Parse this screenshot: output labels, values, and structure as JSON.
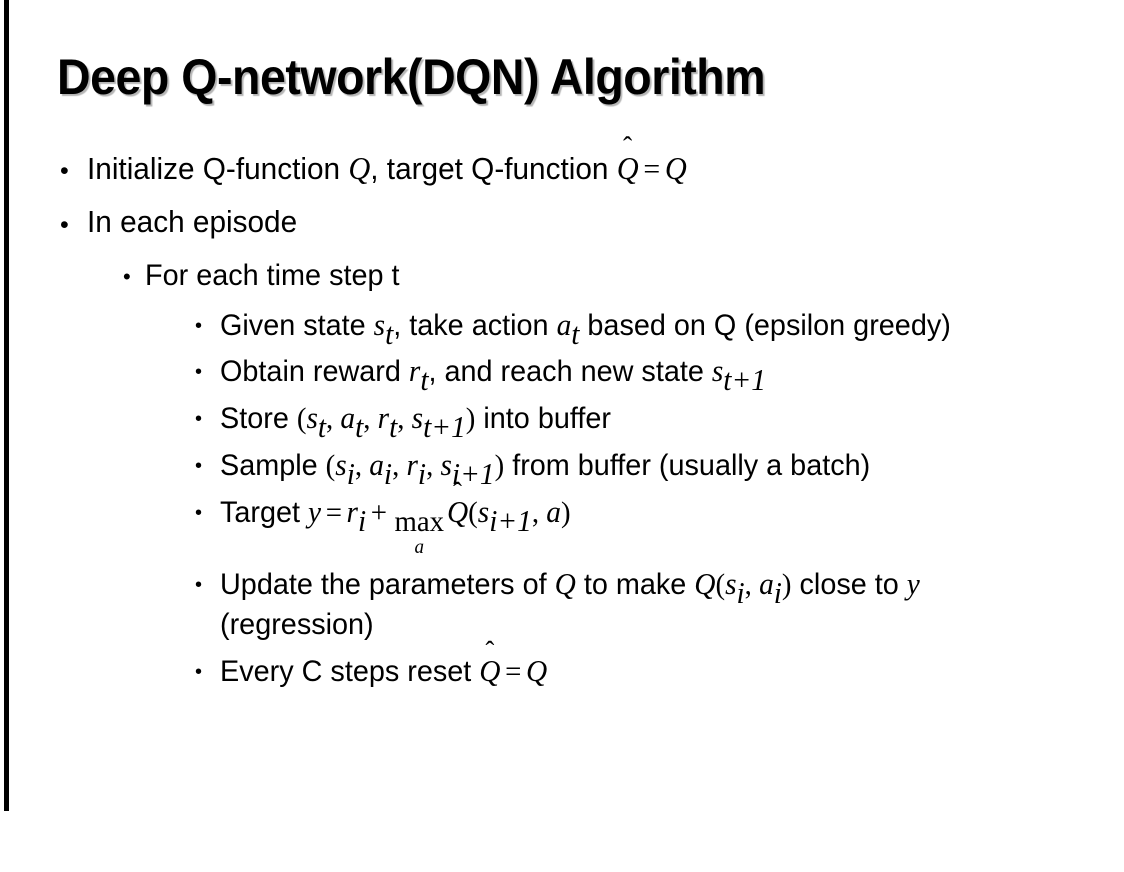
{
  "slide": {
    "title": "Deep Q-network(DQN) Algorithm",
    "bullet_glyph": "•",
    "text_color": "#000000",
    "background_color": "#ffffff",
    "edge_strip_color": "#000000"
  },
  "bullets": {
    "initialize": {
      "level": 1,
      "segments": "Initialize Q-function Q, target Q-function Q̂ = Q",
      "pre": "Initialize Q-function ",
      "var_q1": "Q",
      "mid": ", target Q-function ",
      "hat": "̂",
      "var_qhat": "Q",
      "equals": "=",
      "var_q2": "Q"
    },
    "in_each_episode": {
      "level": 1,
      "text": "In each episode"
    },
    "for_each_time_step": {
      "level": 2,
      "text": "For each time step t"
    },
    "given_state": {
      "level": 3,
      "plain": "Given state s_t, take action a_t based on Q (epsilon greedy)",
      "pre": "Given state ",
      "var_s": "s",
      "sub_s": "t",
      "mid1": ", take action ",
      "var_a": "a",
      "sub_a": "t",
      "post": " based on Q (epsilon greedy)"
    },
    "obtain_reward": {
      "level": 3,
      "plain": "Obtain reward r_t, and reach new state s_{t+1}",
      "pre": "Obtain reward ",
      "var_r": "r",
      "sub_r": "t",
      "mid": ", and reach new state ",
      "var_s": "s",
      "sub_s": "t+1"
    },
    "store": {
      "level": 3,
      "plain": "Store (s_t, a_t, r_t, s_{t+1}) into buffer",
      "pre": "Store ",
      "open_paren": "(",
      "v1": "s",
      "v1sub": "t",
      "v2": "a",
      "v2sub": "t",
      "v3": "r",
      "v3sub": "t",
      "v4": "s",
      "v4sub": "t+1",
      "close_paren": ")",
      "post": " into buffer",
      "comma": ", "
    },
    "sample": {
      "level": 3,
      "plain": "Sample (s_i, a_i, r_i, s_{i+1}) from buffer (usually a batch)",
      "pre": "Sample ",
      "open_paren": "(",
      "v1": "s",
      "v1sub": "i",
      "v2": "a",
      "v2sub": "i",
      "v3": "r",
      "v3sub": "i",
      "v4": "s",
      "v4sub": "i+1",
      "close_paren": ")",
      "post": " from buffer (usually a batch)",
      "comma": ", "
    },
    "target": {
      "level": 3,
      "plain": "Target y = r_i + max_a Q̂(s_{i+1}, a)",
      "pre": "Target ",
      "var_y": "y",
      "equals": "=",
      "var_r": "r",
      "sub_r": "i",
      "plus": "+",
      "max_op": "max",
      "max_limit": "a",
      "hat": "̂",
      "var_qhat": "Q",
      "open_paren": "(",
      "var_s": "s",
      "sub_s": "i+1",
      "comma": ", ",
      "var_a": "a",
      "close_paren": ")"
    },
    "update": {
      "level": 3,
      "plain": "Update the parameters of Q to make Q(s_i, a_i) close to y (regression)",
      "pre": "Update the parameters of ",
      "var_q1": "Q",
      "mid1": " to make ",
      "var_q2": "Q",
      "open_paren": "(",
      "v1": "s",
      "v1sub": "i",
      "comma": ", ",
      "v2": "a",
      "v2sub": "i",
      "close_paren": ")",
      "mid2": " close to ",
      "var_y": "y",
      "post": " (regression)"
    },
    "reset": {
      "level": 3,
      "plain": "Every C steps reset Q̂ = Q",
      "pre": "Every C steps reset ",
      "hat": "̂",
      "var_qhat": "Q",
      "equals": "=",
      "var_q": "Q"
    }
  }
}
